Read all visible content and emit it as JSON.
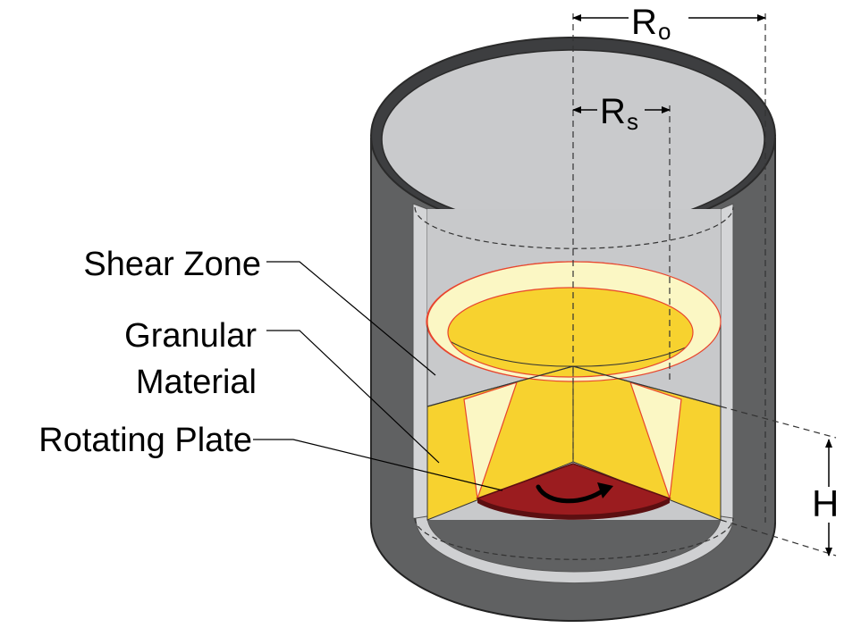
{
  "labels": {
    "shear_zone": "Shear Zone",
    "granular_line1": "Granular",
    "granular_line2": "Material",
    "rotating_plate": "Rotating Plate"
  },
  "dimensions": {
    "outer_radius_main": "R",
    "outer_radius_sub": "o",
    "shear_radius_main": "R",
    "shear_radius_sub": "s",
    "height": "H"
  },
  "colors": {
    "cylinder_dark": "#606162",
    "cylinder_rim": "#3a3b3c",
    "interior_gray": "#c8c9cb",
    "interior_light": "#d6d7d9",
    "granular_yellow": "#f7d22f",
    "shear_zone_cream": "#fbf7c4",
    "shear_outline": "#e8452e",
    "plate_red": "#9b1c1f",
    "plate_dark": "#5c0f11"
  }
}
